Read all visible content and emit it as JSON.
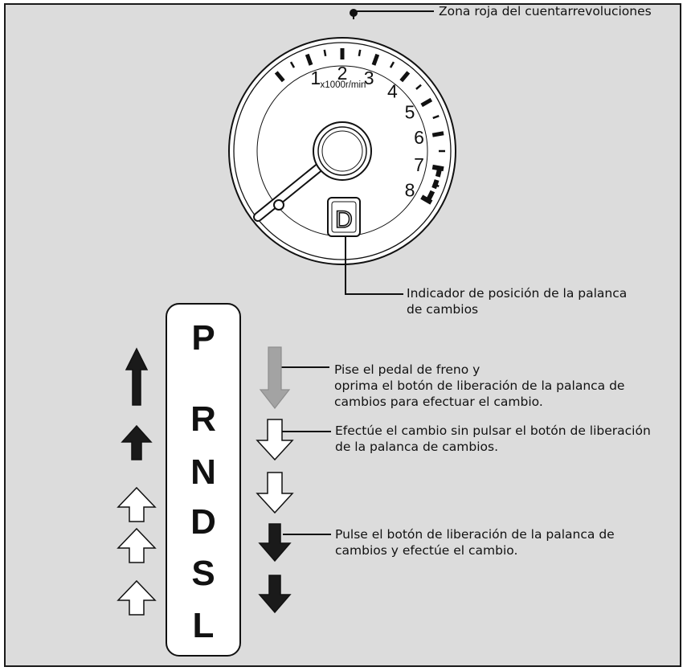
{
  "callouts": {
    "redline": "Zona roja del cuentarrevoluciones",
    "gear_indicator": "Indicador de posición de la palanca\nde cambios",
    "brake_and_button": "Pise el pedal de freno y\noprima el botón de liberación de la palanca de\ncambios para efectuar el cambio.",
    "no_button": "Efectúe el cambio sin pulsar el botón de liberación\nde la palanca de cambios.",
    "press_button": "Pulse el botón de liberación de la palanca de\ncambios y efectúe el cambio."
  },
  "tachometer": {
    "numbers": [
      "1",
      "2",
      "3",
      "4",
      "5",
      "6",
      "7",
      "8"
    ],
    "unit": "x1000r/min",
    "gear_display": "D"
  },
  "gear_selector": {
    "positions": [
      "P",
      "R",
      "N",
      "D",
      "S",
      "L"
    ]
  },
  "arrow_legend": {
    "up_arrows": [
      "black",
      "black",
      "white",
      "white",
      "white"
    ],
    "down_arrows": [
      "gray",
      "white",
      "white",
      "black",
      "black"
    ]
  },
  "colors": {
    "background": "#dcdcdc",
    "black_arrow": "#1a1a1a",
    "gray_arrow": "#a3a3a3",
    "white_arrow": "#ffffff"
  }
}
